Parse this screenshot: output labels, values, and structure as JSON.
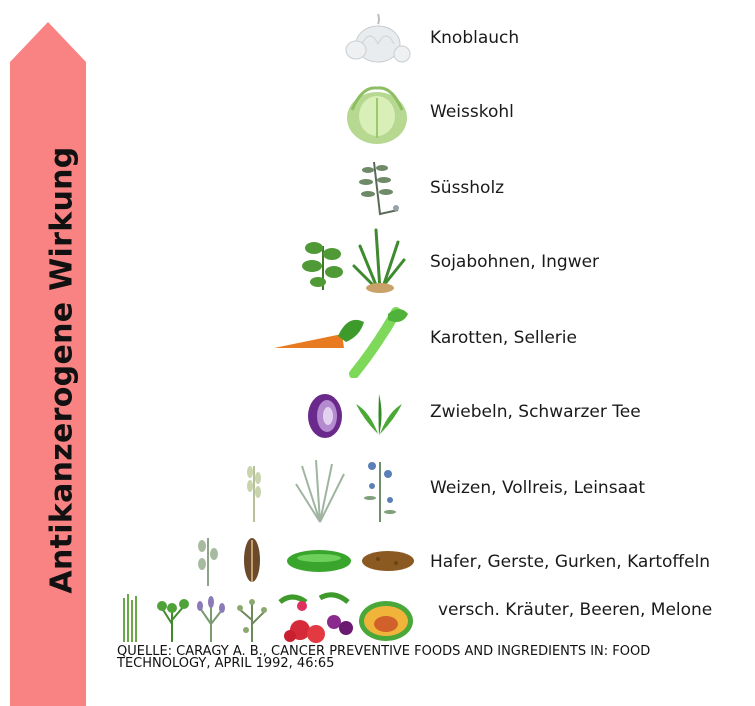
{
  "arrow": {
    "label": "Antikanzerogene Wirkung",
    "color": "#f98383"
  },
  "rows": [
    {
      "label": "Knoblauch",
      "icons": [
        "garlic-icon"
      ]
    },
    {
      "label": "Weisskohl",
      "icons": [
        "cabbage-icon"
      ]
    },
    {
      "label": "Süssholz",
      "icons": [
        "licorice-plant-icon"
      ]
    },
    {
      "label": "Sojabohnen, Ingwer",
      "icons": [
        "soybean-plant-icon",
        "ginger-plant-icon"
      ]
    },
    {
      "label": "Karotten, Sellerie",
      "icons": [
        "carrot-icon",
        "celery-icon"
      ]
    },
    {
      "label": "Zwiebeln, Schwarzer Tee",
      "icons": [
        "onion-icon",
        "tea-leaf-icon"
      ]
    },
    {
      "label": "Weizen, Vollreis, Leinsaat",
      "icons": [
        "wheat-icon",
        "rice-plant-icon",
        "flax-plant-icon"
      ]
    },
    {
      "label": "Hafer, Gerste, Gurken, Kartoffeln",
      "icons": [
        "oat-icon",
        "barley-icon",
        "cucumber-icon",
        "potato-icon"
      ]
    },
    {
      "label": "versch. Kräuter, Beeren, Melone",
      "icons": [
        "chives-icon",
        "parsley-icon",
        "lavender-icon",
        "thyme-icon",
        "berries-icon",
        "melon-icon"
      ]
    }
  ],
  "source": "QUELLE: CARAGY A. B., CANCER PREVENTIVE FOODS AND INGREDIENTS IN: FOOD TECHNOLOGY, APRIL 1992, 46:65"
}
